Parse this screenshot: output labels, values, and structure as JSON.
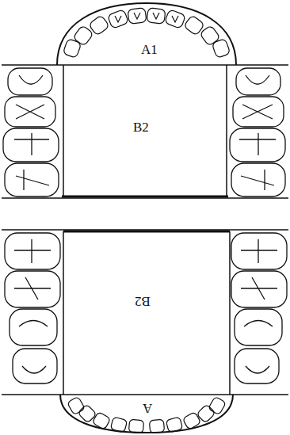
{
  "diagram": {
    "labels": [
      "A1",
      "B2",
      "B2",
      "A"
    ]
  }
}
